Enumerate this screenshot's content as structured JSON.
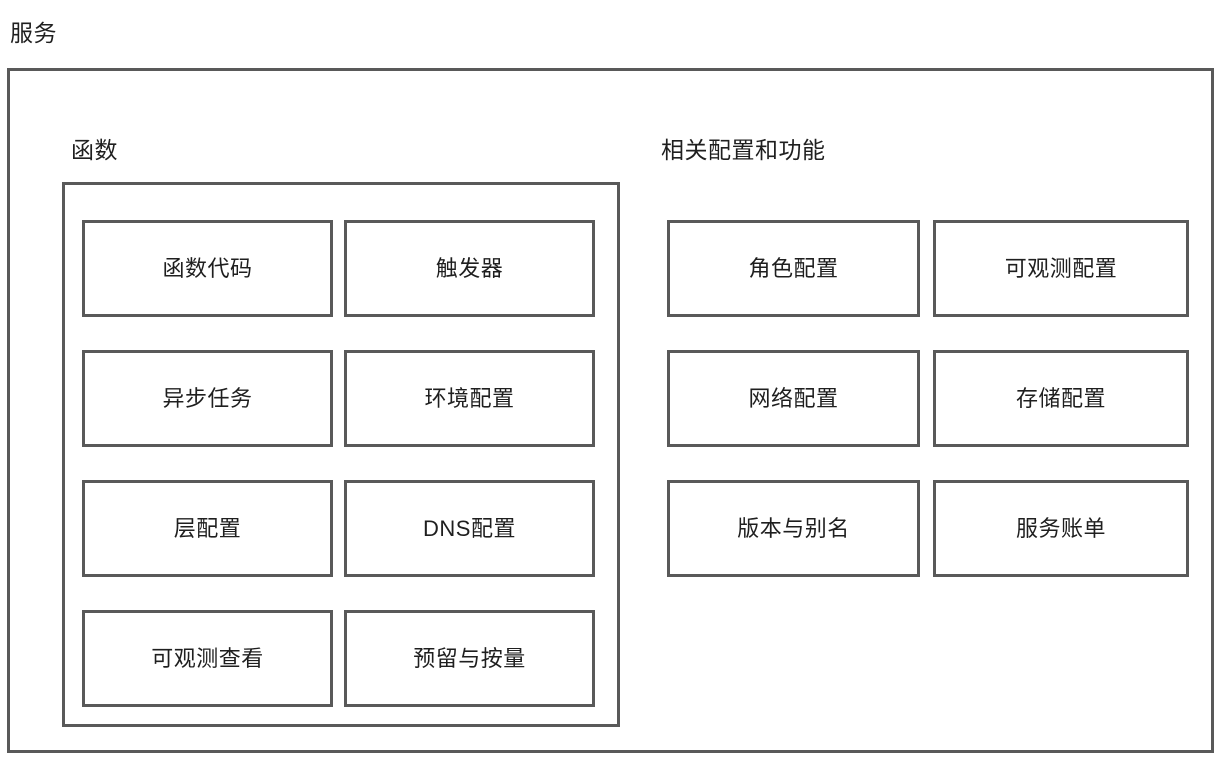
{
  "page": {
    "title": "服务"
  },
  "service": {
    "groups": [
      {
        "name": "function-group",
        "label": "函数",
        "framed": true,
        "items": [
          {
            "label": "函数代码"
          },
          {
            "label": "触发器"
          },
          {
            "label": "异步任务"
          },
          {
            "label": "环境配置"
          },
          {
            "label": "层配置"
          },
          {
            "label": "DNS配置"
          },
          {
            "label": "可观测查看"
          },
          {
            "label": "预留与按量"
          }
        ]
      },
      {
        "name": "related-config-group",
        "label": "相关配置和功能",
        "framed": false,
        "items": [
          {
            "label": "角色配置"
          },
          {
            "label": "可观测配置"
          },
          {
            "label": "网络配置"
          },
          {
            "label": "存储配置"
          },
          {
            "label": "版本与别名"
          },
          {
            "label": "服务账单"
          }
        ]
      }
    ]
  },
  "style": {
    "border_color": "#595959",
    "text_color": "#1f1f1f",
    "background_color": "#ffffff"
  }
}
